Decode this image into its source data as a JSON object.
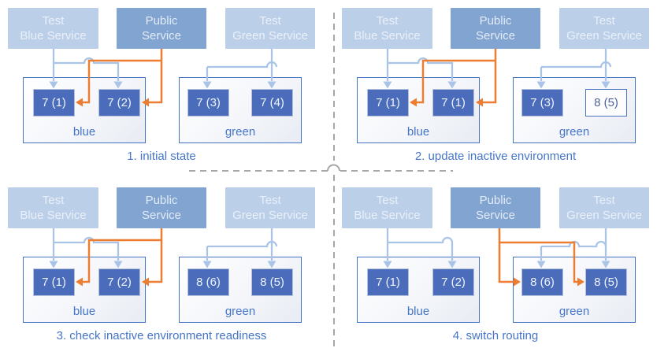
{
  "colors": {
    "service_light_fill": "#bccfe9",
    "service_public_fill": "#81a4d1",
    "service_text": "#e9f0f9",
    "pod_fill": "#4a6cba",
    "pod_text": "#eef3fb",
    "pod_outline_border": "#4a74c0",
    "env_border": "#4573c4",
    "label_blue": "#4575c8",
    "arrow_light_blue": "#a9c4e6",
    "arrow_orange": "#ed7d31",
    "divider_gray": "#a7a7a7"
  },
  "panels": [
    {
      "caption": "1. initial state",
      "services": [
        {
          "label": "Test\nBlue Service"
        },
        {
          "label": "Public\nService"
        },
        {
          "label": "Test\nGreen Service"
        }
      ],
      "environments": [
        {
          "label": "blue",
          "pods": [
            {
              "label": "7 (1)",
              "variant": "pod-solid"
            },
            {
              "label": "7 (2)",
              "variant": "pod-solid"
            }
          ]
        },
        {
          "label": "green",
          "pods": [
            {
              "label": "7 (3)",
              "variant": "pod-solid"
            },
            {
              "label": "7 (4)",
              "variant": "pod-solid"
            }
          ]
        }
      ],
      "public_routes_to": "blue"
    },
    {
      "caption": "2. update inactive environment",
      "services": [
        {
          "label": "Test\nBlue Service"
        },
        {
          "label": "Public\nService"
        },
        {
          "label": "Test\nGreen Service"
        }
      ],
      "environments": [
        {
          "label": "blue",
          "pods": [
            {
              "label": "7 (1)",
              "variant": "pod-solid"
            },
            {
              "label": "7 (1)",
              "variant": "pod-solid"
            }
          ]
        },
        {
          "label": "green",
          "pods": [
            {
              "label": "7 (3)",
              "variant": "pod-solid"
            },
            {
              "label": "8 (5)",
              "variant": "pod-outline"
            }
          ]
        }
      ],
      "public_routes_to": "blue"
    },
    {
      "caption": "3. check inactive environment readiness",
      "services": [
        {
          "label": "Test\nBlue Service"
        },
        {
          "label": "Public\nService"
        },
        {
          "label": "Test\nGreen Service"
        }
      ],
      "environments": [
        {
          "label": "blue",
          "pods": [
            {
              "label": "7 (1)",
              "variant": "pod-solid"
            },
            {
              "label": "7 (2)",
              "variant": "pod-solid"
            }
          ]
        },
        {
          "label": "green",
          "pods": [
            {
              "label": "8 (6)",
              "variant": "pod-solid"
            },
            {
              "label": "8 (5)",
              "variant": "pod-solid"
            }
          ]
        }
      ],
      "public_routes_to": "blue"
    },
    {
      "caption": "4. switch routing",
      "services": [
        {
          "label": "Test\nBlue Service"
        },
        {
          "label": "Public\nService"
        },
        {
          "label": "Test\nGreen Service"
        }
      ],
      "environments": [
        {
          "label": "blue",
          "pods": [
            {
              "label": "7 (1)",
              "variant": "pod-solid"
            },
            {
              "label": "7 (2)",
              "variant": "pod-solid"
            }
          ]
        },
        {
          "label": "green",
          "pods": [
            {
              "label": "8 (6)",
              "variant": "pod-solid"
            },
            {
              "label": "8 (5)",
              "variant": "pod-solid"
            }
          ]
        }
      ],
      "public_routes_to": "green"
    }
  ]
}
